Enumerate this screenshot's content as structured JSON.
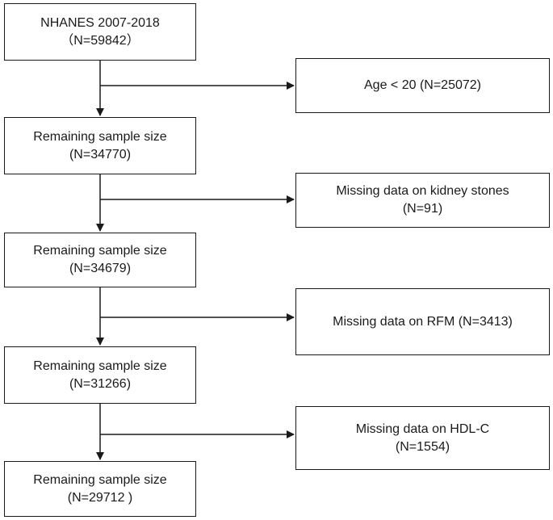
{
  "flow": {
    "steps": [
      {
        "line1": "NHANES 2007-2018",
        "line2": "（N=59842）"
      },
      {
        "line1": "Remaining sample size",
        "line2": "(N=34770)"
      },
      {
        "line1": "Remaining sample size",
        "line2": "(N=34679)"
      },
      {
        "line1": "Remaining sample size",
        "line2": "(N=31266)"
      },
      {
        "line1": "Remaining sample size",
        "line2": "(N=29712 )"
      }
    ],
    "exclusions": [
      {
        "line1": "Age < 20 (N=25072)",
        "line2": ""
      },
      {
        "line1": "Missing data on kidney stones",
        "line2": "(N=91)"
      },
      {
        "line1": "Missing data on RFM (N=3413)",
        "line2": ""
      },
      {
        "line1": "Missing data on HDL-C",
        "line2": "(N=1554)"
      }
    ]
  },
  "colors": {
    "stroke": "#1a1a1a",
    "background": "#ffffff"
  }
}
